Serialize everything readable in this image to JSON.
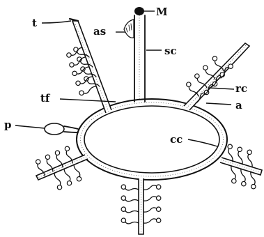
{
  "labels": {
    "M": "M",
    "as": "as",
    "t": "t",
    "sc": "sc",
    "tf": "tf",
    "rc": "rc",
    "a": "a",
    "p": "p",
    "cc": "cc"
  }
}
